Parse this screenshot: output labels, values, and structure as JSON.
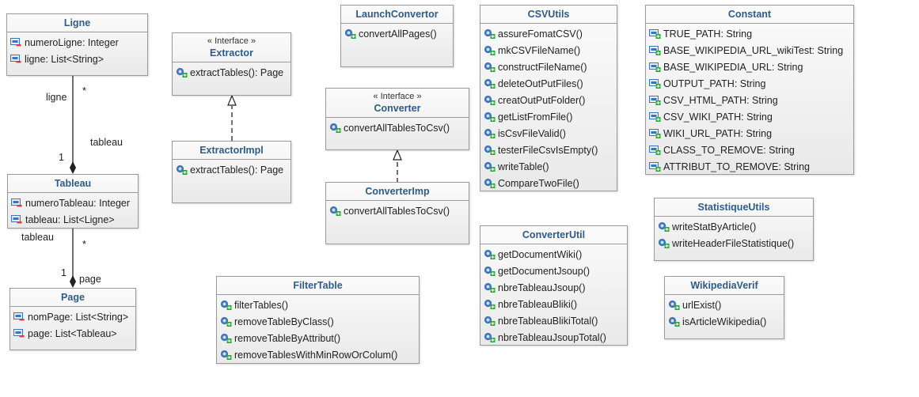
{
  "classes": {
    "ligne": {
      "name": "Ligne",
      "attributes": [
        "numeroLigne: Integer",
        "ligne: List<String>"
      ]
    },
    "tableau": {
      "name": "Tableau",
      "attributes": [
        "numeroTableau: Integer",
        "tableau: List<Ligne>"
      ]
    },
    "page": {
      "name": "Page",
      "attributes": [
        "nomPage: List<String>",
        "page: List<Tableau>"
      ]
    },
    "extractor": {
      "stereotype": "« Interface »",
      "name": "Extractor",
      "methods": [
        "extractTables(): Page"
      ]
    },
    "extractorImpl": {
      "name": "ExtractorImpl",
      "methods": [
        "extractTables(): Page"
      ]
    },
    "launchConvertor": {
      "name": "LaunchConvertor",
      "methods": [
        "convertAllPages()"
      ]
    },
    "converter": {
      "stereotype": "« Interface »",
      "name": "Converter",
      "methods": [
        "convertAllTablesToCsv()"
      ]
    },
    "converterImp": {
      "name": "ConverterImp",
      "methods": [
        "convertAllTablesToCsv()"
      ]
    },
    "filterTable": {
      "name": "FilterTable",
      "methods": [
        "filterTables()",
        "removeTableByClass()",
        "removeTableByAttribut()",
        "removeTablesWithMinRowOrColum()"
      ]
    },
    "csvUtils": {
      "name": "CSVUtils",
      "methods": [
        "assureFomatCSV()",
        "mkCSVFileName()",
        "constructFileName()",
        "deleteOutPutFiles()",
        "creatOutPutFolder()",
        "getListFromFile()",
        "isCsvFileValid()",
        "testerFileCsvIsEmpty()",
        "writeTable()",
        "CompareTwoFile()"
      ]
    },
    "converterUtil": {
      "name": "ConverterUtil",
      "methods": [
        "getDocumentWiki()",
        "getDocumentJsoup()",
        "nbreTableauJsoup()",
        "nbreTableauBliki()",
        "nbreTableauBlikiTotal()",
        "nbreTableauJsoupTotal()"
      ]
    },
    "constant": {
      "name": "Constant",
      "attributes": [
        "TRUE_PATH: String",
        "BASE_WIKIPEDIA_URL_wikiTest: String",
        "BASE_WIKIPEDIA_URL: String",
        "OUTPUT_PATH: String",
        "CSV_HTML_PATH: String",
        "CSV_WIKI_PATH: String",
        "WIKI_URL_PATH: String",
        "CLASS_TO_REMOVE: String",
        "ATTRIBUT_TO_REMOVE: String"
      ]
    },
    "statistiqueUtils": {
      "name": "StatistiqueUtils",
      "methods": [
        "writeStatByArticle()",
        "writeHeaderFileStatistique()"
      ]
    },
    "wikipediaVerif": {
      "name": "WikipediaVerif",
      "methods": [
        "urlExist()",
        "isArticleWikipedia()"
      ]
    }
  },
  "associations": {
    "ligne_tableau": {
      "role_top": "ligne",
      "mult_top": "*",
      "role_bottom": "tableau",
      "mult_bottom": "1"
    },
    "tableau_page": {
      "role_top": "tableau",
      "mult_top": "*",
      "role_bottom": "page",
      "mult_bottom": "1"
    }
  },
  "colors": {
    "class_name": "#2e5b8a",
    "border": "#9a9a9a",
    "line": "#222222",
    "method_icon": "#3c74b8",
    "public_marker": "#2aa834",
    "private_marker": "#d23c3c"
  },
  "icons": {
    "attribute_private": "field-private-icon",
    "attribute_public": "field-public-icon",
    "method_public": "method-public-icon"
  }
}
